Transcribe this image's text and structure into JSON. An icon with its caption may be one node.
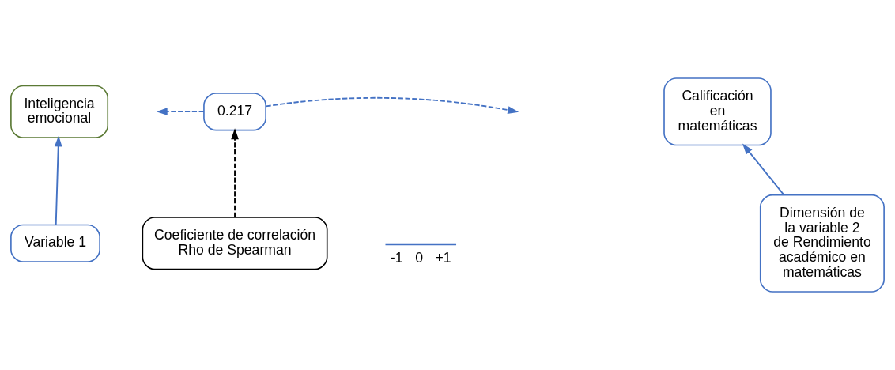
{
  "diagram": {
    "nodes": [
      {
        "text": [
          "Inteligencia emocional"
        ]
      },
      {
        "text": [
          "0.217"
        ]
      },
      {
        "text": [
          "Calificación en matemáticas"
        ]
      },
      {
        "text": [
          "Coeficiente de correlación Rho de Spearman"
        ]
      },
      {
        "text": [
          "Variable 1"
        ]
      },
      {
        "text": [
          "Dimensión de la variable 2 de Rendimiento académico en matemáticas"
        ]
      }
    ],
    "edges": [
      {
        "from": 4,
        "to": 0,
        "arrow": "to"
      },
      {
        "from": 5,
        "to": 2,
        "arrow": "to"
      },
      {
        "from": 3,
        "to": 1,
        "arrow": "to",
        "style": "dashed",
        "color": "#000000"
      },
      {
        "from": 1,
        "to": null,
        "arrow": "to",
        "style": "dashed"
      },
      {
        "from": 1,
        "to": null,
        "arrow": "to",
        "style": "dashed"
      }
    ],
    "labels": [
      "-1",
      "0",
      "+1"
    ]
  }
}
